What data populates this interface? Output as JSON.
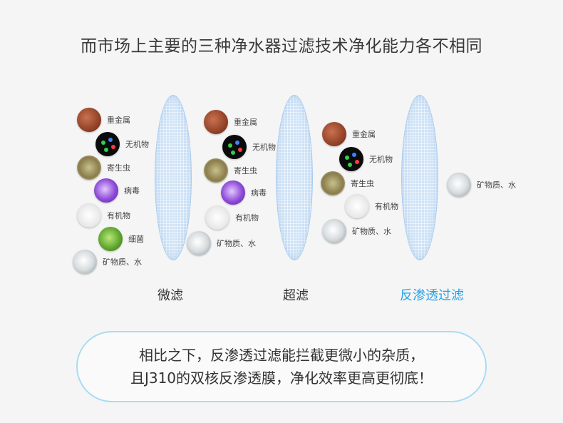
{
  "title": "而市场上主要的三种净水器过滤技术净化能力各不相同",
  "groups": [
    {
      "name": "微滤",
      "items": [
        {
          "label": "重金属",
          "icon": "heavy-metal-icon"
        },
        {
          "label": "无机物",
          "icon": "inorganic-icon"
        },
        {
          "label": "寄生虫",
          "icon": "parasite-icon"
        },
        {
          "label": "病毒",
          "icon": "virus-icon"
        },
        {
          "label": "有机物",
          "icon": "organic-icon"
        },
        {
          "label": "细菌",
          "icon": "bacteria-icon"
        },
        {
          "label": "矿物质、水",
          "icon": "mineral-water-icon"
        }
      ]
    },
    {
      "name": "超滤",
      "items": [
        {
          "label": "重金属",
          "icon": "heavy-metal-icon"
        },
        {
          "label": "无机物",
          "icon": "inorganic-icon"
        },
        {
          "label": "寄生虫",
          "icon": "parasite-icon"
        },
        {
          "label": "病毒",
          "icon": "virus-icon"
        },
        {
          "label": "有机物",
          "icon": "organic-icon"
        },
        {
          "label": "矿物质、水",
          "icon": "mineral-water-icon"
        }
      ]
    },
    {
      "name": "反渗透过滤",
      "items": [
        {
          "label": "重金属",
          "icon": "heavy-metal-icon"
        },
        {
          "label": "无机物",
          "icon": "inorganic-icon"
        },
        {
          "label": "寄生虫",
          "icon": "parasite-icon"
        },
        {
          "label": "有机物",
          "icon": "organic-icon"
        },
        {
          "label": "矿物质、水",
          "icon": "mineral-water-icon"
        }
      ],
      "passed": {
        "label": "矿物质、水",
        "icon": "mineral-water-icon"
      }
    }
  ],
  "highlight_color": "#2aa0e6",
  "conclusion": {
    "line1": "相比之下，反渗透过滤能拦截更微小的杂质，",
    "line2": "且J310的双核反渗透膜，净化效率更高更彻底！"
  }
}
